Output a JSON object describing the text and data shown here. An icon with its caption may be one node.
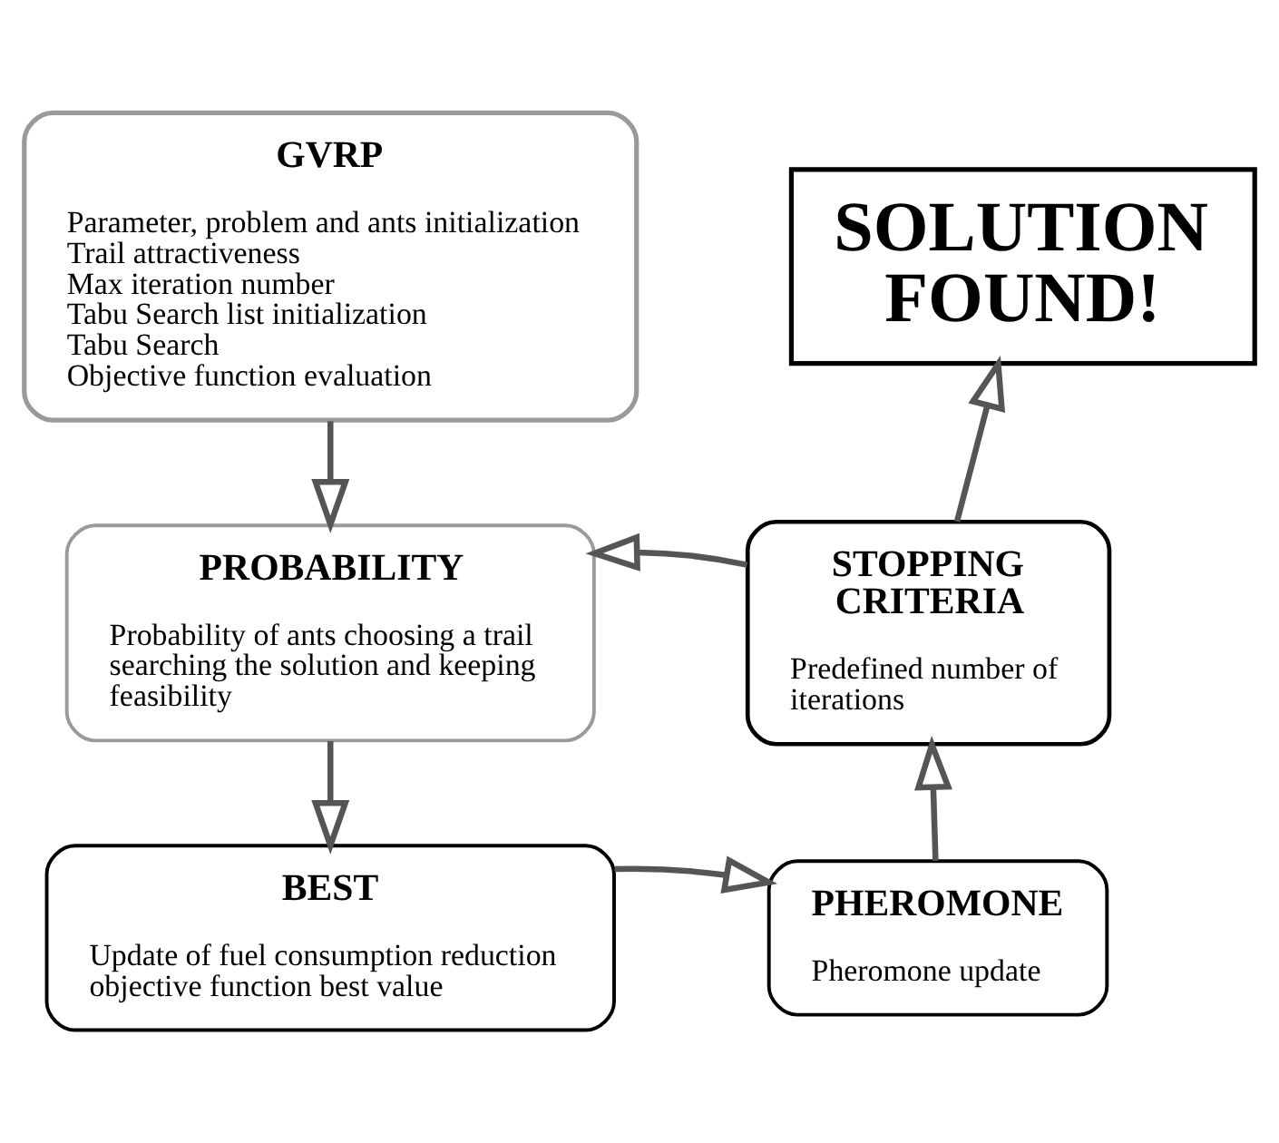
{
  "diagram": {
    "nodes": [
      {
        "text": [
          "GVRP",
          "Parameter, problem and ants initialization",
          "Trail attractiveness",
          "Max iteration number",
          "Tabu Search list initialization",
          "Tabu Search",
          "Objective function evaluation"
        ]
      },
      {
        "text": [
          "SOLUTION FOUND!"
        ]
      },
      {
        "text": [
          "PROBABILITY",
          "Probability of ants choosing a trail searching the solution and keeping feasibility"
        ]
      },
      {
        "text": [
          "STOPPING CRITERIA",
          "Predefined number of iterations"
        ]
      },
      {
        "text": [
          "BEST",
          "Update of fuel consumption reduction objective function best value"
        ]
      },
      {
        "text": [
          "PHEROMONE",
          "Pheromone update"
        ]
      }
    ],
    "edges": [
      {
        "from": 0,
        "to": 2,
        "arrow": "to"
      },
      {
        "from": 2,
        "to": 4,
        "arrow": "to"
      },
      {
        "from": 4,
        "to": 5,
        "arrow": "to"
      },
      {
        "from": 5,
        "to": 3,
        "arrow": "to"
      },
      {
        "from": 3,
        "to": 2,
        "arrow": "to"
      },
      {
        "from": 3,
        "to": 1,
        "arrow": "to"
      }
    ]
  }
}
